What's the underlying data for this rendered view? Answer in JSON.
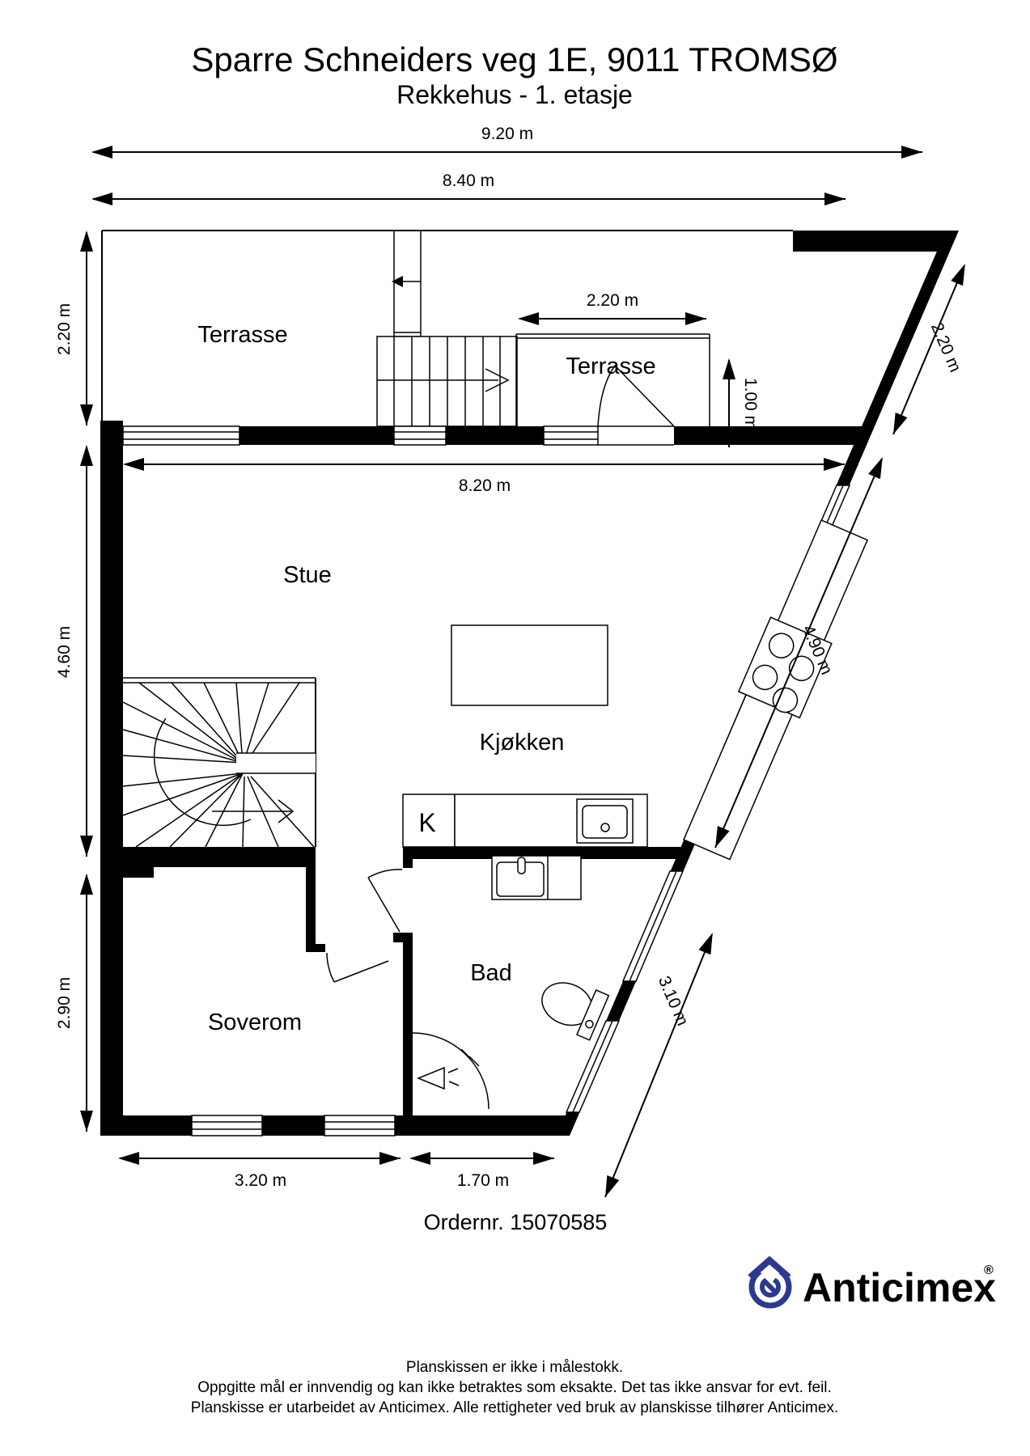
{
  "title": "Sparre Schneiders veg 1E, 9011 TROMSØ",
  "subtitle": "Rekkehus - 1. etasje",
  "rooms": {
    "terrasse_left": "Terrasse",
    "terrasse_right": "Terrasse",
    "stue": "Stue",
    "kjokken": "Kjøkken",
    "k_unit": "K",
    "bad": "Bad",
    "soverom": "Soverom"
  },
  "dimensions": {
    "overall_width": "9.20 m",
    "upper_width": "8.40 m",
    "left_terrace_depth": "2.20 m",
    "stue_height": "4.60 m",
    "soverom_height": "2.90 m",
    "terrace2_width": "2.20 m",
    "terrace2_depth": "1.00 m",
    "stue_width": "8.20 m",
    "diag_top": "2.20 m",
    "diag_mid": "4.90 m",
    "diag_bottom": "3.10 m",
    "soverom_width": "3.20 m",
    "bad_width": "1.70 m"
  },
  "order_number": "Ordernr. 15070585",
  "logo": {
    "text": "Anticimex",
    "registered": "®"
  },
  "footer": {
    "line1": "Planskissen er ikke i målestokk.",
    "line2": "Oppgitte mål er innvendig og kan ikke betraktes som eksakte. Det tas ikke ansvar for evt. feil.",
    "line3": "Planskisse er utarbeidet av Anticimex. Alle rettigheter ved bruk av planskisse tilhører Anticimex."
  },
  "colors": {
    "wall": "#000000",
    "background": "#ffffff",
    "logo_navy": "#2b3a8f"
  }
}
